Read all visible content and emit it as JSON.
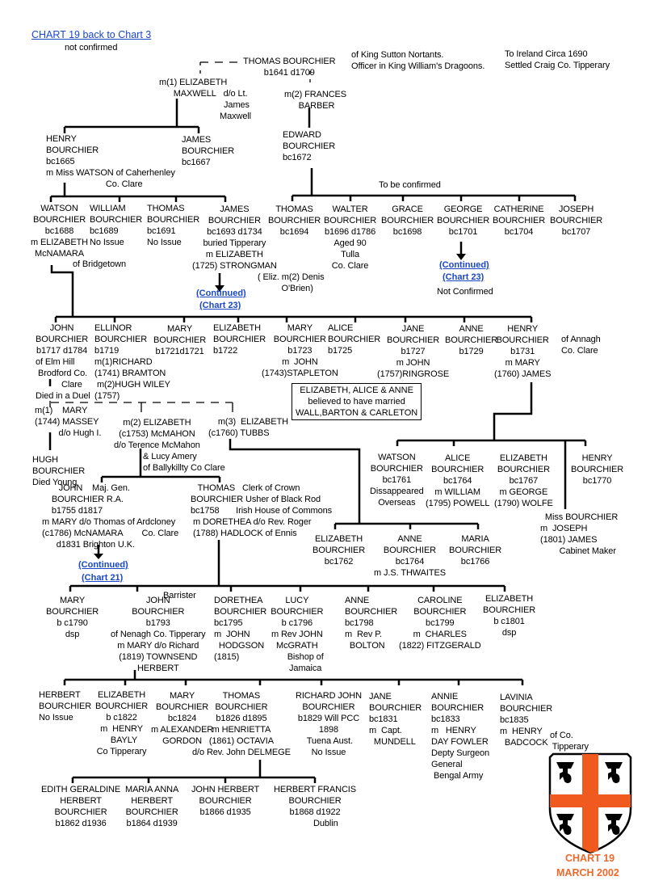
{
  "header": {
    "title_link": "CHART 19 back to Chart 3",
    "not_confirmed": "not confirmed"
  },
  "notes": {
    "king_sutton": "of King Sutton Nortants.\nOfficer in King William's Dragoons.",
    "ireland": "To Ireland Circa 1690\nSettled Craig Co. Tipperary",
    "to_be_confirmed": "To be confirmed",
    "not_confirmed_george": "Not Confirmed",
    "eliz_denis": "( Eliz. m(2) Denis\n          O'Brien)",
    "of_annagh": "of Annagh\nCo. Clare",
    "married_box": "ELIZABETH, ALICE & ANNE\nbelieved to have married\nWALL,BARTON & CARLETON",
    "barrister": "Barrister",
    "of_co_tipperary": "of Co.\n Tipperary"
  },
  "links": {
    "continued": "(Continued)",
    "chart23": "(Chart 23)",
    "chart21": "(Chart 21)"
  },
  "people": {
    "thomas_1641": "THOMAS BOURCHIER\nb1641 d1709",
    "m1_elizabeth": "m(1) ELIZABETH\n      MAXWELL",
    "do_lt": "d/o Lt.\n James\nMaxwell",
    "m2_frances": "m(2) FRANCES\n BARBER",
    "henry_1665": "HENRY\nBOURCHIER\nbc1665",
    "henry_1665_m": "m Miss WATSON of Caherhenley\n                         Co. Clare",
    "james_1667": "JAMES\nBOURCHIER\nbc1667",
    "edward_1672": "EDWARD\nBOURCHIER\nbc1672",
    "watson_1688": "WATSON\nBOURCHIER\nbc1688\nm ELIZABETH\nMcNAMARA",
    "of_bridgetown": "of Bridgetown",
    "william_1689": "WILLIAM\nBOURCHIER\nbc1689\nNo Issue",
    "thomas_1691": "THOMAS\nBOURCHIER\nbc1691\nNo Issue",
    "james_1693": "JAMES\nBOURCHIER\nbc1693 d1734\nburied Tipperary\nm ELIZABETH\n(1725) STRONGMAN",
    "thomas_1694": "THOMAS\nBOURCHIER\nbc1694",
    "walter_1696": "WALTER\nBOURCHIER\nb1696 d1786\nAged 90\nTulla\nCo. Clare",
    "grace_1698": "GRACE\nBOURCHIER\nbc1698",
    "george_1701": "GEORGE\nBOURCHIER\nbc1701",
    "catherine_1704": "CATHERINE\nBOURCHIER\nbc1704",
    "joseph_1707": "JOSEPH\nBOURCHIER\nbc1707",
    "john_1717": "JOHN\nBOURCHIER\nb1717 d1784",
    "john_1717_extra": "of Elm Hill\n Brodford Co.\n\nDied in a Duel",
    "john_1717_clare": "Clare",
    "ellinor_1719": "ELLINOR\nBOURCHIER\nb1719\nm(1)RICHARD\n(1741) BRAMTON\n m(2)HUGH WILEY\n(1757)",
    "mary_1721": "MARY\nBOURCHIER\nb1721d1721",
    "elizabeth_1722": "ELIZABETH\nBOURCHIER\nb1722",
    "mary_1723": "MARY\nBOURCHIER\nb1723\nm  JOHN\n(1743)STAPLETON",
    "alice_1725": "ALICE\nBOURCHIER\nb1725",
    "jane_1727": "JANE\nBOURCHIER\nb1727\nm JOHN\n(1757)RINGROSE",
    "anne_1729": "ANNE\nBOURCHIER\nb1729",
    "henry_1731": "HENRY\nBOURCHIER\nb1731\nm MARY\n(1760) JAMES",
    "m1_mary_massey": "m(1)    MARY\n(1744) MASSEY\n          d/o Hugh I.",
    "m2_elizabeth_mcmahon": "m(2) ELIZABETH\n(c1753) McMAHON\nd/o Terence McMahon",
    "lucy_amery": "& Lucy Amery\nof Ballykillty Co Clare",
    "m3_elizabeth_tubbs": "    m(3)  ELIZABETH\n(c1760) TUBBS",
    "hugh": "HUGH\nBOURCHIER\nDied Young",
    "watson_1761": "WATSON\nBOURCHIER\nbc1761\nDissappeared\nOverseas",
    "alice_1764": "ALICE\nBOURCHIER\nbc1764\nm WILLIAM\n(1795) POWELL",
    "elizabeth_1767": "ELIZABETH\nBOURCHIER\nbc1767\nm GEORGE\n(1790) WOLFE",
    "henry_1770": "HENRY\nBOURCHIER\nbc1770",
    "miss_bourchier": "  Miss BOURCHIER\nm  JOSEPH\n(1801) JAMES\n        Cabinet Maker",
    "john_1755": "       JOHN    Maj. Gen.\n    BOURCHIER R.A.\n    b1755 d1817\nm MARY d/o Thomas of Ardcloney\n(c1786) McNAMARA        Co. Clare\n      d1831 Brighton U.K.",
    "thomas_1758": "   THOMAS   Clerk of Crown\nBOURCHIER Usher of Black Rod\nbc1758       Irish House of Commons\n m DORETHEA d/o Rev. Roger\n (1788) HADLOCK of Ennis",
    "elizabeth_1762": "ELIZABETH\nBOURCHIER\nbc1762",
    "anne_1764": "ANNE\nBOURCHIER\nbc1764\nm J.S. THWAITES",
    "maria_1766": "MARIA\nBOURCHIER\nbc1766",
    "mary_1790": "MARY\nBOURCHIER\nb c1790\ndsp",
    "john_1793": "JOHN\nBOURCHIER\nb1793\nof Nenagh Co. Tipperary\nm MARY d/o Richard\n(1819) TOWNSEND\nHERBERT",
    "dorethea_1795": "DORETHEA\nBOURCHIER\nbc1795\nm  JOHN\n  HODGSON\n(1815)",
    "lucy_1796": "LUCY\nBOURCHIER\nb c1796\nm Rev JOHN\nMcGRATH\n       Bishop of\n       Jamaica",
    "anne_1798": "ANNE\nBOURCHIER\nbc1798\nm  Rev P.\n  BOLTON",
    "caroline_1799": "CAROLINE\nBOURCHIER\nbc1799\nm  CHARLES\n(1822) FITZGERALD",
    "elizabeth_1801": "ELIZABETH\nBOURCHIER\nb c1801\ndsp",
    "herbert": "HERBERT\nBOURCHIER\nNo Issue",
    "elizabeth_1822": "ELIZABETH\nBOURCHIER\nb c1822\nm  HENRY\n  BAYLY\nCo Tipperary",
    "mary_1824": "MARY\nBOURCHIER\nbc1824\nm ALEXANDER\nGORDON",
    "thomas_1826": "THOMAS\nBOURCHIER\nb1826 d1895\nm HENRIETTA\n(1861) OCTAVIA\nd/o Rev. John DELMEGE",
    "richard_john_1829": "RICHARD JOHN\nBOURCHIER\nb1829 Will PCC\n1898\n Tuena Aust.\nNo Issue",
    "jane_1831": "JANE\nBOURCHIER\nbc1831\nm  Capt.\n  MUNDELL",
    "annie_1833": "ANNIE\nBOURCHIER\nbc1833\nm   HENRY\nDAY FOWLER\nDepty Surgeon\nGeneral\n Bengal Army",
    "lavinia_1835": "LAVINIA\nBOURCHIER\nbc1835\nm  HENRY\n  BADCOCK",
    "edith_1862": "EDITH GERALDINE\nHERBERT\nBOURCHIER\nb1862 d1936",
    "maria_anna_1864": "MARIA ANNA\nHERBERT\nBOURCHIER\nb1864 d1939",
    "john_herbert_1866": "JOHN HERBERT\nBOURCHIER\nb1866 d1935",
    "herbert_francis_1868": "HERBERT FRANCIS\nBOURCHIER\nb1868 d1922\n         Dublin"
  },
  "footer": {
    "chart": "CHART 19",
    "date": "MARCH 2002"
  },
  "colors": {
    "link": "#1a47c8",
    "accent": "#f0682c",
    "cross": "#f05a1e"
  }
}
